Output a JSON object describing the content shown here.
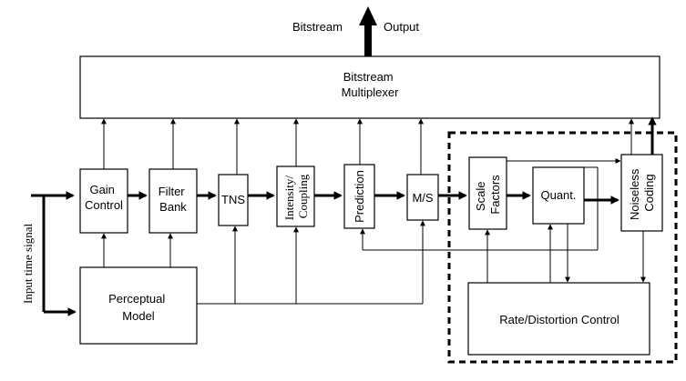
{
  "header": {
    "bitstream_label": "Bitstream",
    "output_label": "Output"
  },
  "blocks": {
    "multiplexer": [
      "Bitstream",
      "Multiplexer"
    ],
    "gain_control": [
      "Gain",
      "Control"
    ],
    "filter_bank": [
      "Filter",
      "Bank"
    ],
    "tns": "TNS",
    "intensity_coupling": [
      "Intensity/",
      "Coupling"
    ],
    "prediction": "Prediction",
    "ms": "M/S",
    "scale_factors": [
      "Scale",
      "Factors"
    ],
    "quant": "Quant.",
    "noiseless_coding": [
      "Noiseless",
      "Coding"
    ],
    "perceptual_model": [
      "Perceptual",
      "Model"
    ],
    "rate_distortion": "Rate/Distortion Control"
  },
  "input_label": "Input time signal"
}
